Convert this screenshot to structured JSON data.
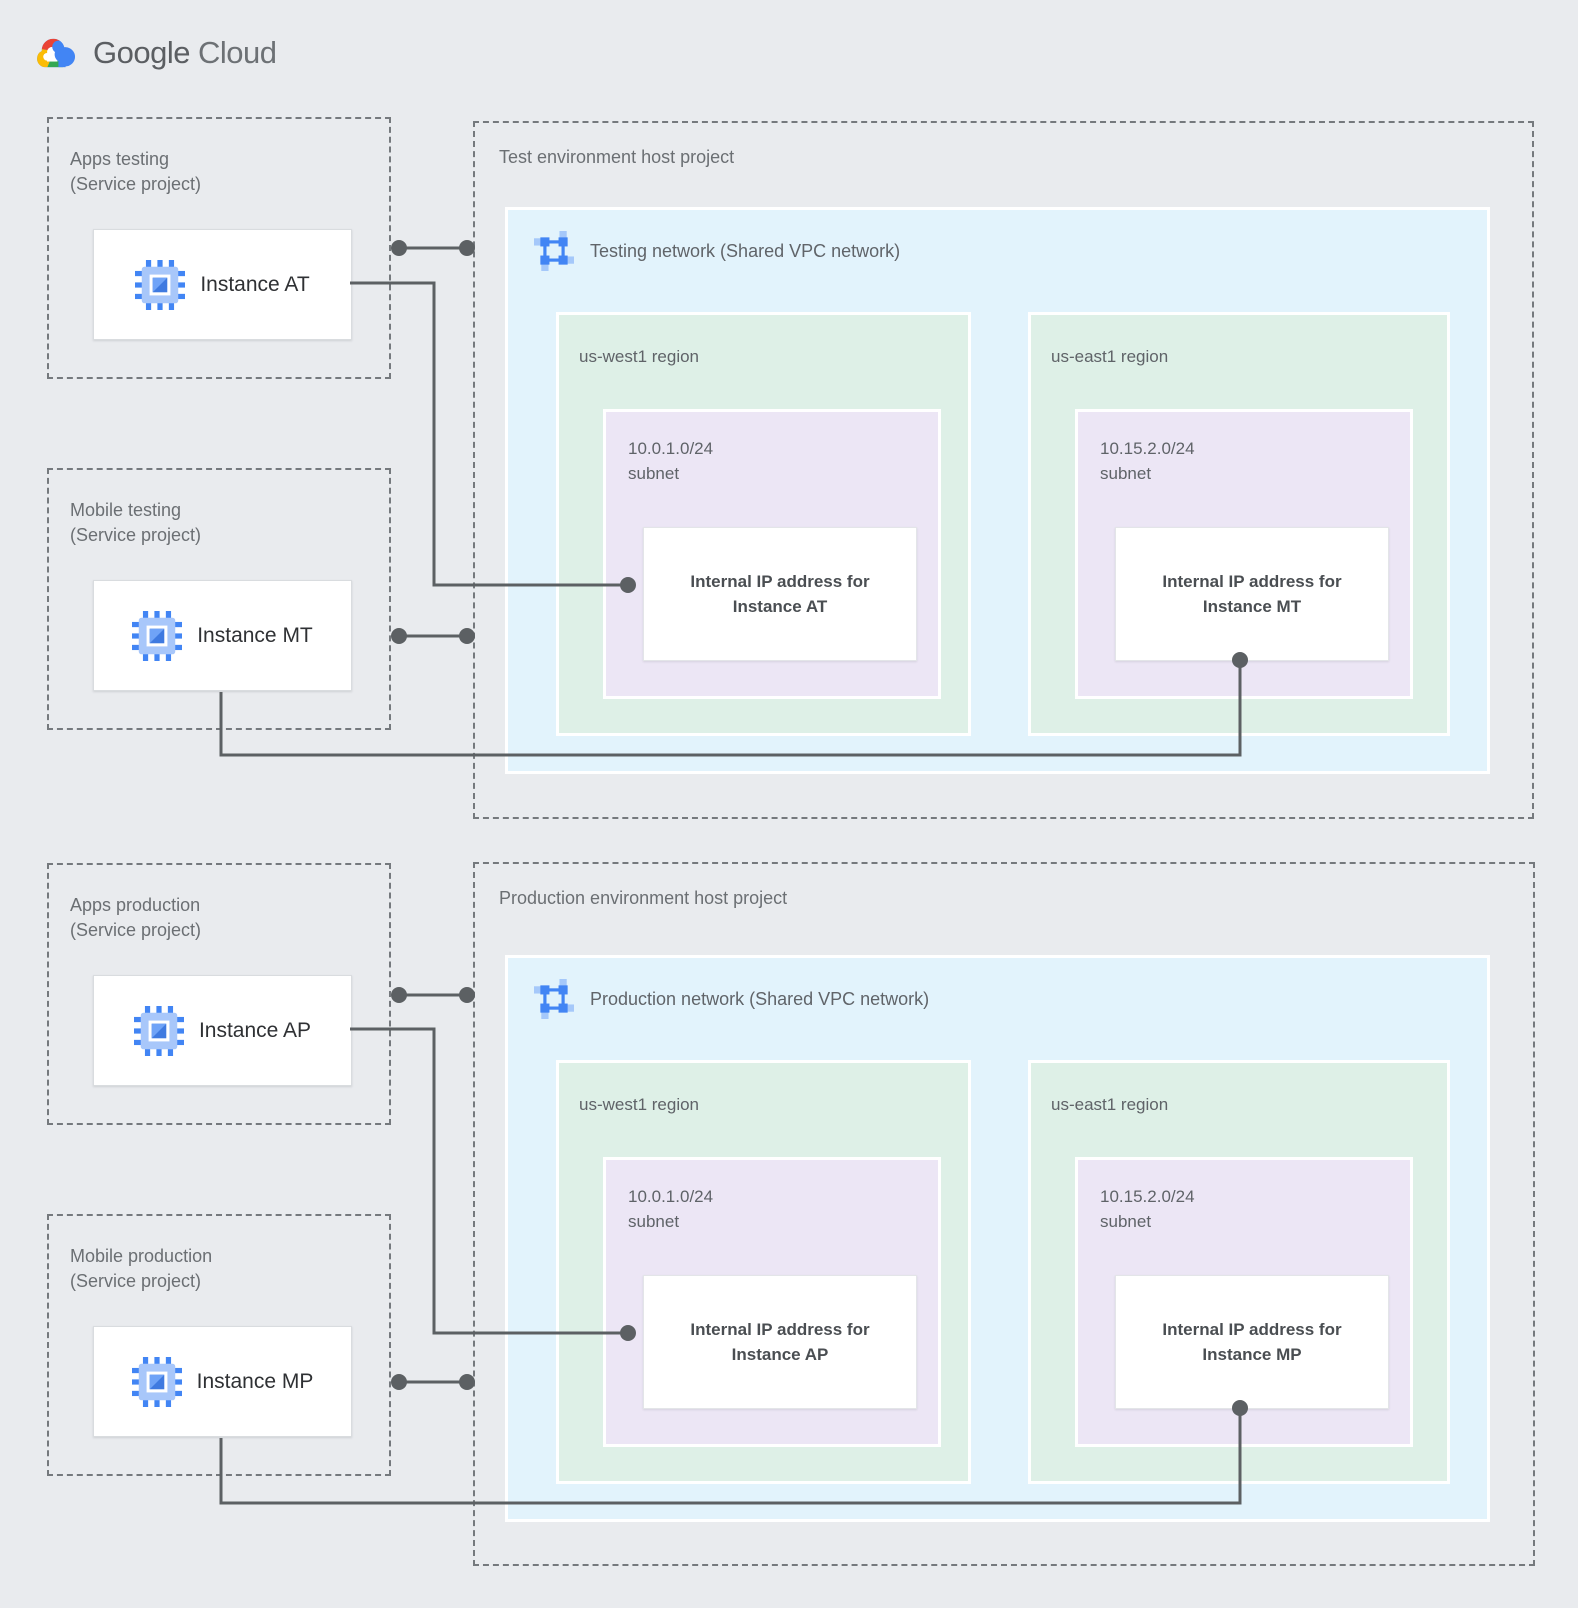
{
  "logo": {
    "brand": "Google",
    "product": "Cloud"
  },
  "colors": {
    "canvas_bg": "#e9ebee",
    "network_bg": "#e2f3fc",
    "region_bg": "#def0e7",
    "subnet_bg": "#ece6f5",
    "line": "#5c6063",
    "dash_border": "#75797d",
    "google_blue": "#4285f4",
    "google_red": "#ea4335",
    "google_yellow": "#fbbc05",
    "google_green": "#34a853"
  },
  "sections": [
    {
      "host_title": "Test environment host project",
      "network_label": "Testing network (Shared VPC network)",
      "service_projects": [
        {
          "name": "Apps testing",
          "subtitle": "(Service project)",
          "instance_label": "Instance AT"
        },
        {
          "name": "Mobile testing",
          "subtitle": "(Service project)",
          "instance_label": "Instance MT"
        }
      ],
      "regions": [
        {
          "name": "us-west1 region",
          "subnet_cidr": "10.0.1.0/24",
          "subnet_word": "subnet",
          "ip_label_line1": "Internal IP address for",
          "ip_label_line2": "Instance AT"
        },
        {
          "name": "us-east1 region",
          "subnet_cidr": "10.15.2.0/24",
          "subnet_word": "subnet",
          "ip_label_line1": "Internal IP address for",
          "ip_label_line2": "Instance MT"
        }
      ]
    },
    {
      "host_title": "Production environment host project",
      "network_label": "Production network (Shared VPC network)",
      "service_projects": [
        {
          "name": "Apps production",
          "subtitle": "(Service project)",
          "instance_label": "Instance AP"
        },
        {
          "name": "Mobile production",
          "subtitle": "(Service project)",
          "instance_label": "Instance MP"
        }
      ],
      "regions": [
        {
          "name": "us-west1 region",
          "subnet_cidr": "10.0.1.0/24",
          "subnet_word": "subnet",
          "ip_label_line1": "Internal IP address for",
          "ip_label_line2": "Instance AP"
        },
        {
          "name": "us-east1 region",
          "subnet_cidr": "10.15.2.0/24",
          "subnet_word": "subnet",
          "ip_label_line1": "Internal IP address for",
          "ip_label_line2": "Instance MP"
        }
      ]
    }
  ]
}
